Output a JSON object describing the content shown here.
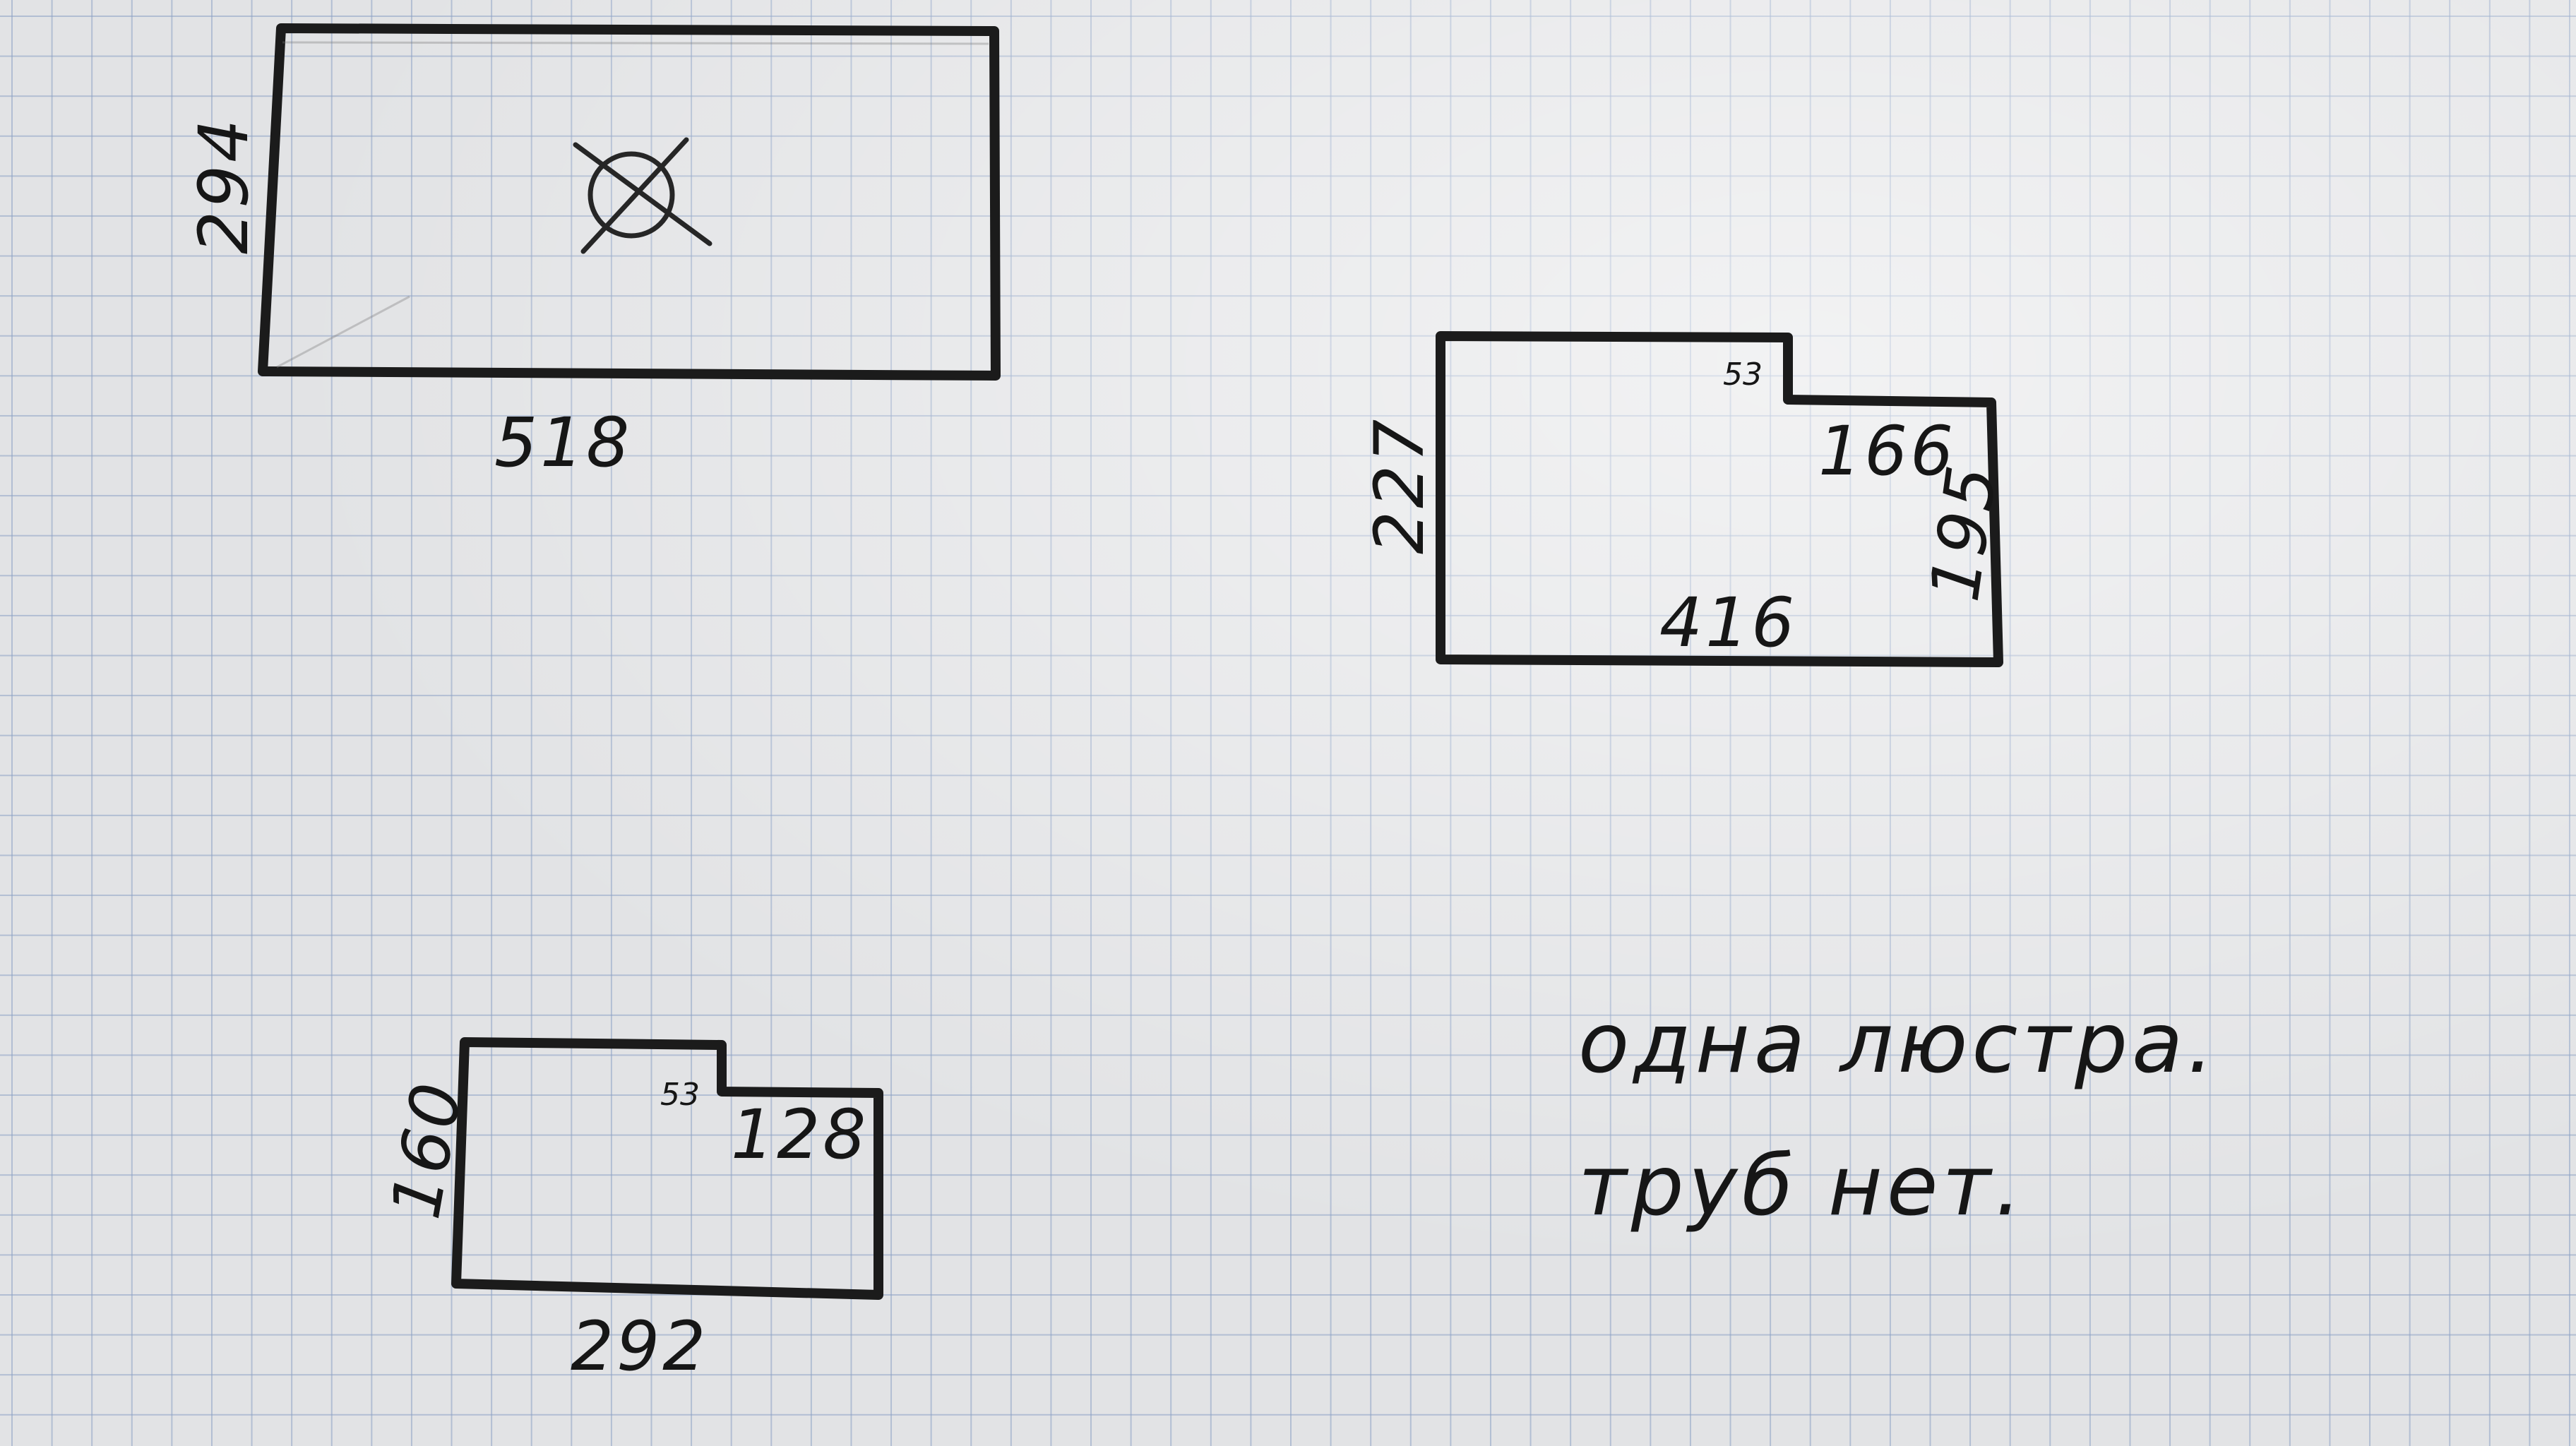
{
  "room1": {
    "height_label": "294",
    "width_label": "518",
    "fixture_icon": "ceiling-light-crossed-circle-icon"
  },
  "room2": {
    "height_label": "227",
    "notch_label": "53",
    "upper_width_label": "166",
    "right_height_label": "195",
    "bottom_width_label": "416"
  },
  "room3": {
    "height_label": "160",
    "notch_label": "53",
    "upper_width_label": "128",
    "bottom_width_label": "292"
  },
  "notes": {
    "line1": "одна люстра.",
    "line2": "труб нет."
  },
  "colors": {
    "ink": "#1b1b1b",
    "grid": "#8aa0c4",
    "paper": "#e2e3e5"
  }
}
